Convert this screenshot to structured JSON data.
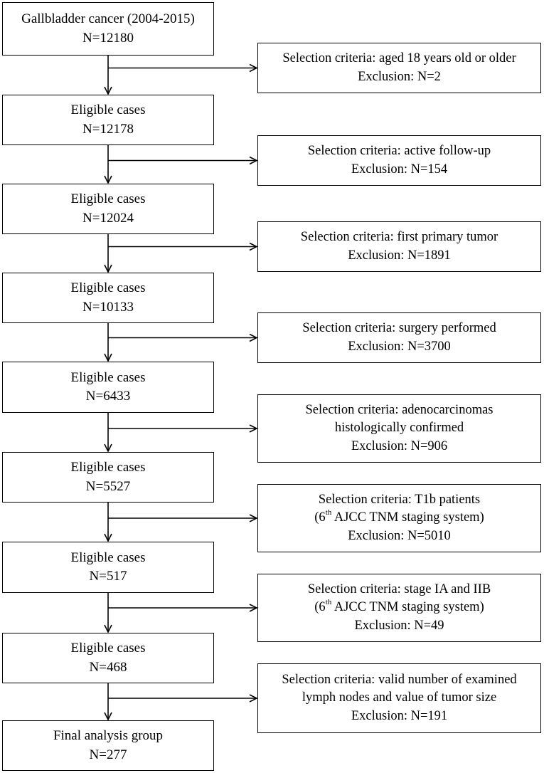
{
  "flow": {
    "start": {
      "line1": "Gallbladder cancer (2004-2015)",
      "line2": "N=12180"
    },
    "steps": [
      {
        "criteria_lines": [
          "Selection criteria: aged 18 years old or older"
        ],
        "exclusion": "Exclusion: N=2",
        "result_title": "Eligible cases",
        "result_n": "N=12178"
      },
      {
        "criteria_lines": [
          "Selection criteria: active follow-up"
        ],
        "exclusion": "Exclusion: N=154",
        "result_title": "Eligible cases",
        "result_n": "N=12024"
      },
      {
        "criteria_lines": [
          "Selection criteria: first primary tumor"
        ],
        "exclusion": "Exclusion: N=1891",
        "result_title": "Eligible cases",
        "result_n": "N=10133"
      },
      {
        "criteria_lines": [
          "Selection criteria: surgery performed"
        ],
        "exclusion": "Exclusion: N=3700",
        "result_title": "Eligible cases",
        "result_n": "N=6433"
      },
      {
        "criteria_lines": [
          "Selection criteria: adenocarcinomas",
          "histologically confirmed"
        ],
        "exclusion": "Exclusion: N=906",
        "result_title": "Eligible cases",
        "result_n": "N=5527"
      },
      {
        "criteria_lines": [
          "Selection criteria: T1b patients"
        ],
        "staging": {
          "open": "(6",
          "sup": "th",
          "rest": " AJCC TNM staging system)"
        },
        "exclusion": "Exclusion: N=5010",
        "result_title": "Eligible cases",
        "result_n": "N=517"
      },
      {
        "criteria_lines": [
          "Selection criteria: stage IA and IIB"
        ],
        "staging": {
          "open": "(6",
          "sup": "th",
          "rest": " AJCC TNM staging system)"
        },
        "exclusion": "Exclusion: N=49",
        "result_title": "Eligible cases",
        "result_n": "N=468"
      },
      {
        "criteria_lines": [
          "Selection criteria: valid number of examined",
          "lymph nodes and value of tumor size"
        ],
        "exclusion": "Exclusion: N=191",
        "result_title": "Final analysis group",
        "result_n": "N=277"
      }
    ]
  }
}
